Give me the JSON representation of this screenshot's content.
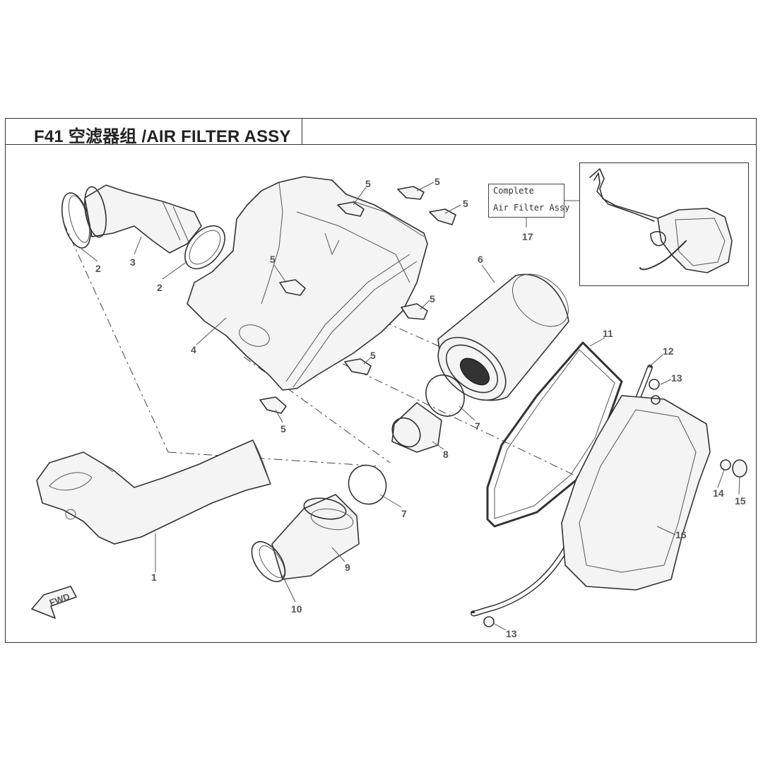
{
  "title": "F41 空滤器组 /AIR FILTER ASSY",
  "complete_label": {
    "line1": "Complete",
    "line2": "Air Filter Assy",
    "number": "17"
  },
  "fwd_label": "FWD",
  "callouts": [
    "1",
    "2",
    "2",
    "3",
    "4",
    "5",
    "5",
    "5",
    "5",
    "5",
    "5",
    "5",
    "6",
    "7",
    "7",
    "8",
    "9",
    "10",
    "11",
    "12",
    "13",
    "13",
    "14",
    "15",
    "16"
  ]
}
